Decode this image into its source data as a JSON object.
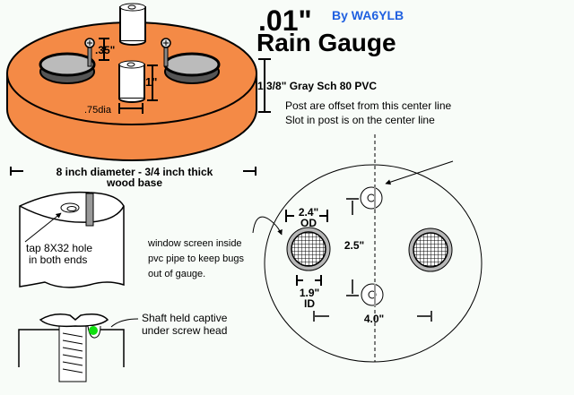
{
  "title": {
    "line1": ".01\"",
    "line2": "Rain Gauge",
    "author": "By WA6YLB"
  },
  "colors": {
    "base": "#f48a46",
    "author": "#2060e0",
    "screen": "#b8b8b8",
    "ball": "#10e010",
    "bg": "#f8fcf8"
  },
  "base_view": {
    "screw_height": ".35\"",
    "post_height": "1\"",
    "post_diameter": ".75dia",
    "pipe_label": "1 3/8\" Gray Sch 80 PVC",
    "base_label_line1": "8 inch diameter - 3/4 inch thick",
    "base_label_line2": "wood base"
  },
  "notes": {
    "offset_line1": "Post are offset from this center line",
    "offset_line2": "Slot in post is on the center line",
    "tap_line1": "tap 8X32 hole",
    "tap_line2": "in both ends",
    "screen_line1": "window screen inside",
    "screen_line2": "pvc pipe to keep bugs",
    "screen_line3": "out of gauge.",
    "shaft_line1": "Shaft held captive",
    "shaft_line2": "under screw head"
  },
  "top_view": {
    "od_value": "2.4\"",
    "od_label": "OD",
    "id_value": "1.9\"",
    "id_label": "ID",
    "post_spacing": "2.5\"",
    "pipe_spacing": "4.0\""
  }
}
